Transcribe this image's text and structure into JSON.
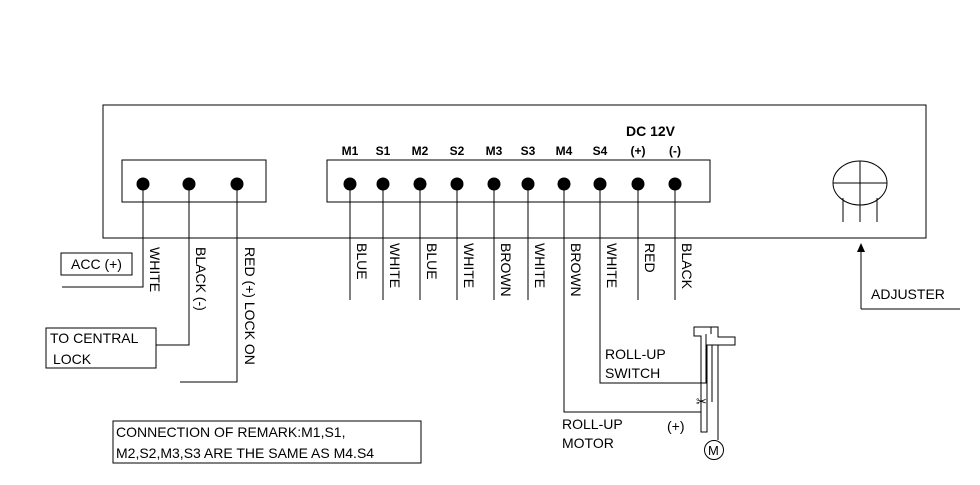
{
  "left_terminals": [
    {
      "wire": "WHITE"
    },
    {
      "wire": "BLACK (-)"
    },
    {
      "wire": "RED (+) LOCK ON"
    }
  ],
  "right_terminals": [
    {
      "pin": "M1",
      "wire": "BLUE"
    },
    {
      "pin": "S1",
      "wire": "WHITE"
    },
    {
      "pin": "M2",
      "wire": "BLUE"
    },
    {
      "pin": "S2",
      "wire": "WHITE"
    },
    {
      "pin": "M3",
      "wire": "BROWN"
    },
    {
      "pin": "S3",
      "wire": "WHITE"
    },
    {
      "pin": "M4",
      "wire": "BROWN"
    },
    {
      "pin": "S4",
      "wire": "WHITE"
    },
    {
      "pin": "(+)",
      "wire": "RED"
    },
    {
      "pin": "(-)",
      "wire": "BLACK"
    }
  ],
  "dc_label": "DC 12V",
  "acc_label": "ACC (+)",
  "central_lock": {
    "line1": "TO CENTRAL",
    "line2": "LOCK"
  },
  "adjuster_label": "ADJUSTER",
  "rollup_switch": {
    "line1": "ROLL-UP",
    "line2": "SWITCH"
  },
  "rollup_motor": {
    "line1": "ROLL-UP",
    "line2": "MOTOR"
  },
  "motor_plus": "(+)",
  "motor_symbol": "M",
  "remark": {
    "line1": "CONNECTION OF REMARK:M1,S1,",
    "line2": "M2,S2,M3,S3 ARE THE SAME AS M4.S4"
  }
}
